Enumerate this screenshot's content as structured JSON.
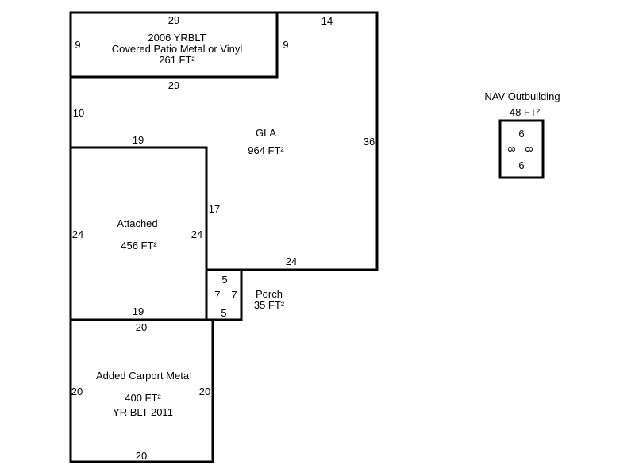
{
  "gla": {
    "label": "GLA",
    "area": "964 FT²",
    "dims": {
      "top": "14",
      "right": "36",
      "bottom": "24",
      "left": "10",
      "inner_right": "17",
      "patio_bottom": "29"
    }
  },
  "patio": {
    "year": "2006 YRBLT",
    "label": "Covered Patio Metal or Vinyl",
    "area": "261 FT²",
    "dims": {
      "top": "29",
      "left": "9",
      "right": "9"
    }
  },
  "attached": {
    "label": "Attached",
    "area": "456 FT²",
    "dims": {
      "top": "19",
      "left": "24",
      "right": "24",
      "bottom": "19"
    }
  },
  "porch": {
    "label": "Porch",
    "area": "35 FT²",
    "dims": {
      "top": "5",
      "left": "7",
      "right": "7",
      "bottom": "5"
    }
  },
  "carport": {
    "label": "Added Carport Metal",
    "area": "400 FT²",
    "year": "YR BLT 2011",
    "dims": {
      "top": "20",
      "left": "20",
      "right": "20",
      "bottom": "20"
    }
  },
  "outbuilding": {
    "label": "NAV Outbuilding",
    "area": "48 FT²",
    "dims": {
      "top": "6",
      "left": "8",
      "right": "8",
      "bottom": "6"
    }
  }
}
